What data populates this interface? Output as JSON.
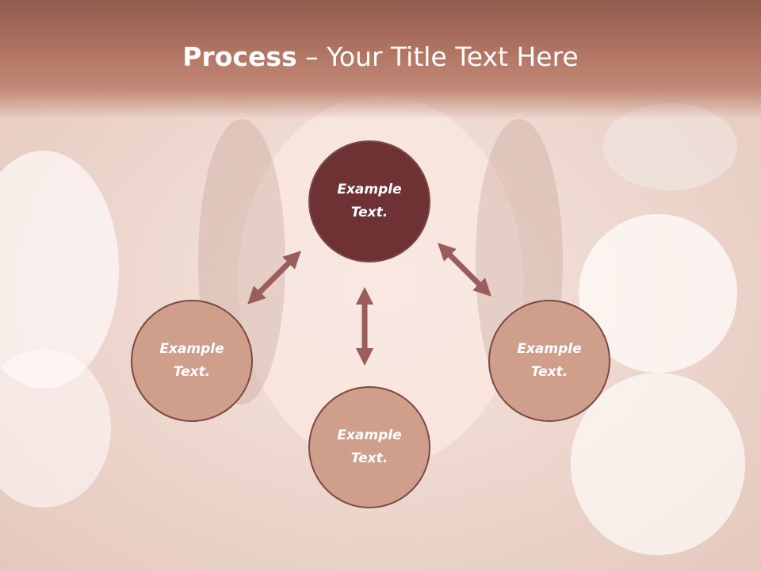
{
  "title": {
    "bold": "Process",
    "separator": " – ",
    "rest": "Your Title Text Here"
  },
  "colors": {
    "header": "#b27563",
    "center_node": "#6e3235",
    "outer_node": "#cf9f8c",
    "node_border": "#7b4a44",
    "arrow": "#9a5d59"
  },
  "nodes": [
    {
      "id": "top",
      "line1": "Example",
      "line2": "Text."
    },
    {
      "id": "left",
      "line1": "Example",
      "line2": "Text."
    },
    {
      "id": "bottom",
      "line1": "Example",
      "line2": "Text."
    },
    {
      "id": "right",
      "line1": "Example",
      "line2": "Text."
    }
  ]
}
